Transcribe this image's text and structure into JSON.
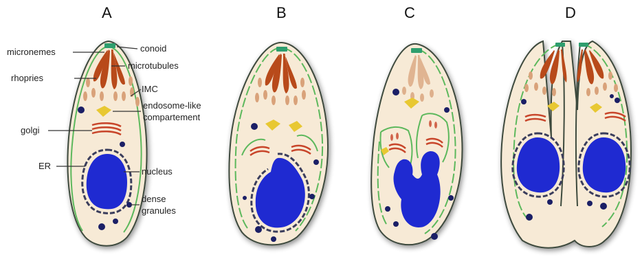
{
  "panels": {
    "A": "A",
    "B": "B",
    "C": "C",
    "D": "D"
  },
  "labels": {
    "micronemes": "micronemes",
    "rhopries": "rhopries",
    "golgi": "golgi",
    "er": "ER",
    "conoid": "conoid",
    "microtubules": "microtubules",
    "imc": "IMC",
    "endosome_1": "endosome-like",
    "endosome_2": "compartement",
    "nucleus": "nucleus",
    "dense_1": "dense",
    "dense_2": "granules"
  },
  "colors": {
    "cytoplasm": "#f7ead6",
    "membrane": "#3d4a3d",
    "imc": "#5cb85c",
    "nucleus": "#1f2ad1",
    "nuclear_envelope": "#3a3d5c",
    "rhoptry": "#b84a1a",
    "microneme": "#d9a27a",
    "golgi": "#c8452a",
    "endosome": "#e8c832",
    "conoid": "#2e9e6e",
    "dense_granule": "#1b1f66"
  }
}
